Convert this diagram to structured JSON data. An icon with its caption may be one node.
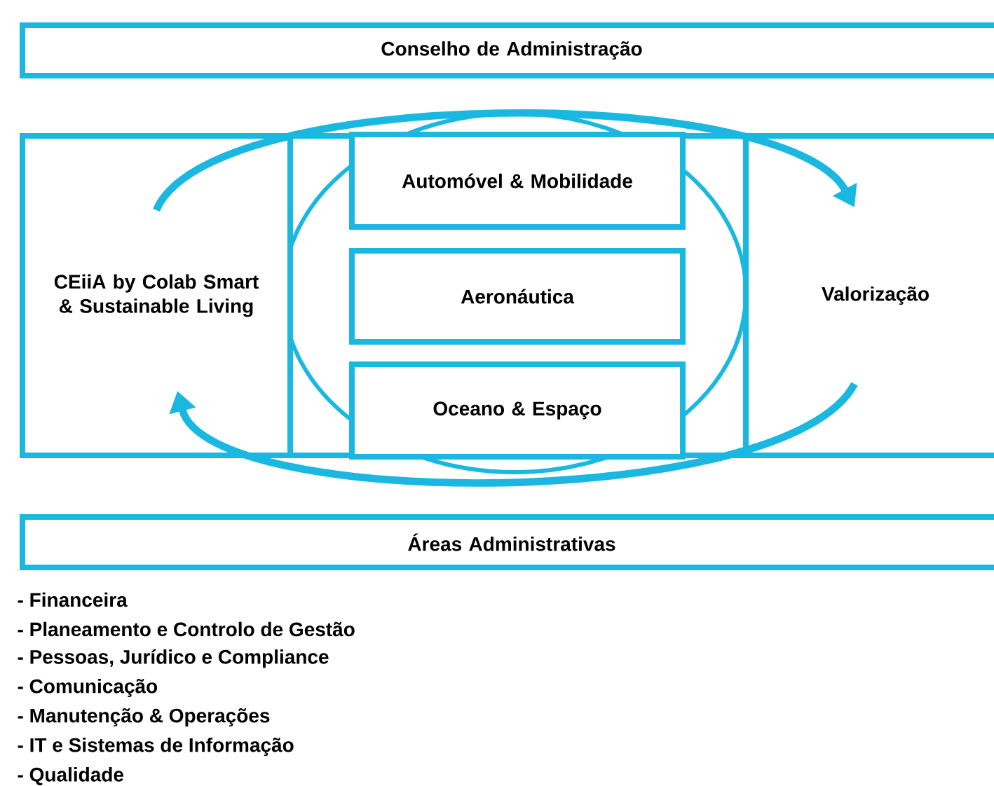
{
  "diagram": {
    "nodes": [
      {
        "text": [
          "Conselho de Administração"
        ]
      },
      {
        "text": [
          "CEiiA by Colab Smart & Sustainable Living"
        ]
      },
      {
        "text": [],
        "shape": "box"
      },
      {
        "text": [
          "Automóvel & Mobilidade"
        ],
        "in": 2
      },
      {
        "text": [
          "Aeronáutica"
        ],
        "in": 2
      },
      {
        "text": [
          "Oceano & Espaço"
        ],
        "in": 2
      },
      {
        "text": [
          "Valorização"
        ]
      },
      {
        "text": [
          "Áreas Administrativas"
        ]
      }
    ],
    "edges": [
      {
        "from": 1,
        "to": 6,
        "arrow": "to"
      },
      {
        "from": 6,
        "to": 1,
        "arrow": "to"
      }
    ],
    "labels": [
      "- Financeira",
      "- Planeamento e Controlo de Gestão",
      "- Pessoas, Jurídico e Compliance",
      "- Comunicação",
      "- Manutenção & Operações",
      "- IT e Sistemas de Informação",
      "- Qualidade"
    ]
  }
}
